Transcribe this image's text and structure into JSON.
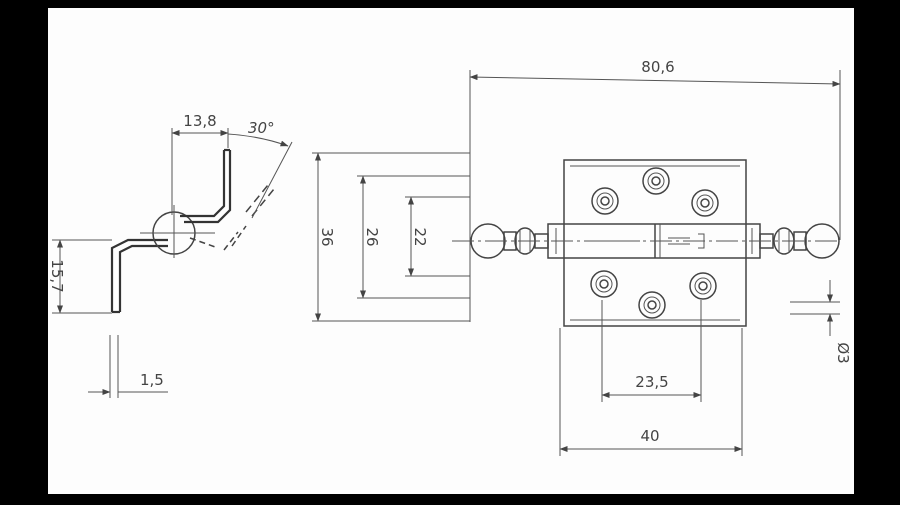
{
  "dimensions": {
    "overall_length": "80,6",
    "bend_width": "13,8",
    "angle": "30°",
    "height": "15,7",
    "thickness": "1,5",
    "leaf_height": "36",
    "inner_height": "26",
    "knuckle_height": "22",
    "hole_spacing": "23,5",
    "leaf_width": "40",
    "pin_diameter": "Ø3"
  }
}
